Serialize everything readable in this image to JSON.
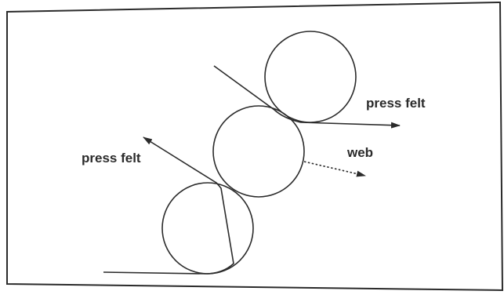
{
  "labels": {
    "press_felt_top": "press felt",
    "press_felt_left": "press felt",
    "web": "web"
  },
  "colors": {
    "ink": "#2b2b2b",
    "background": "#ffffff"
  }
}
